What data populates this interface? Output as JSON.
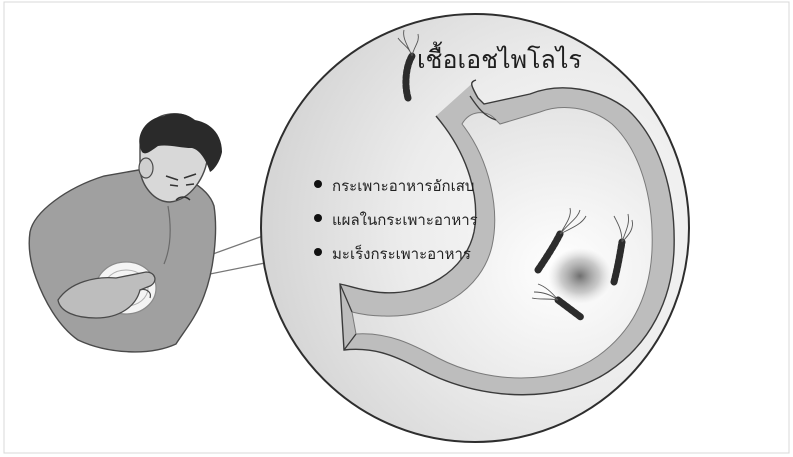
{
  "diagram": {
    "title": "เชื้อเอชไพโลไร",
    "conditions": [
      "กระเพาะอาหารอักเสบ",
      "แผลในกระเพาะอาหาร",
      "มะเร็งกระเพาะอาหาร"
    ]
  },
  "colors": {
    "circle_fill": "#e6e6e6",
    "stomach_wall": "#b9b9b9",
    "bacteria": "#2c2c2c",
    "shirt": "#9f9f9f",
    "hair": "#2a2a2a"
  }
}
